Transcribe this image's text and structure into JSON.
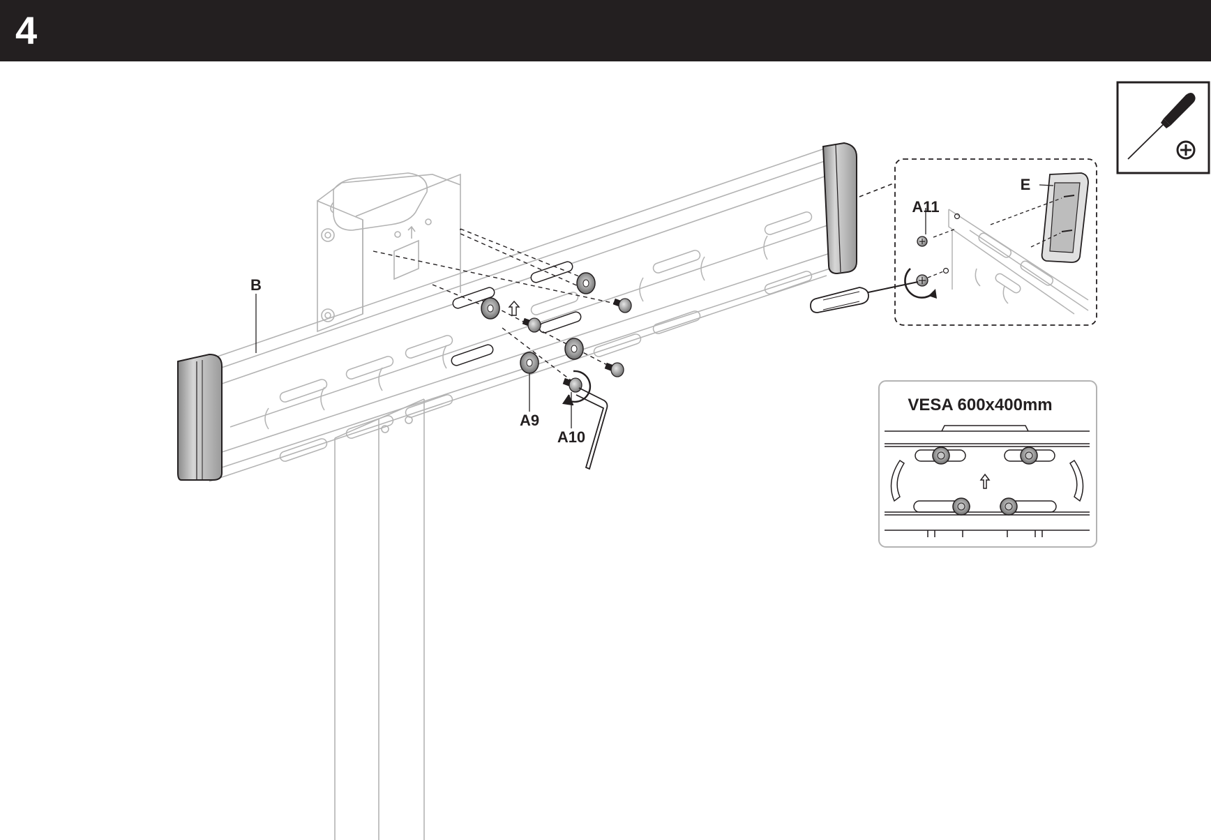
{
  "step": {
    "number": "4"
  },
  "tool": {
    "icon": "phillips-screwdriver-icon"
  },
  "callouts": {
    "b": "B",
    "a9": "A9",
    "a10": "A10",
    "a11": "A11",
    "e": "E"
  },
  "vesa_inset": {
    "title": "VESA 600x400mm"
  },
  "colors": {
    "header_background": "#231f20",
    "header_text": "#ffffff",
    "line_art": "#231f20",
    "light_line_art": "#b3b3b3",
    "hardware_gray": "#9d9d9d"
  }
}
